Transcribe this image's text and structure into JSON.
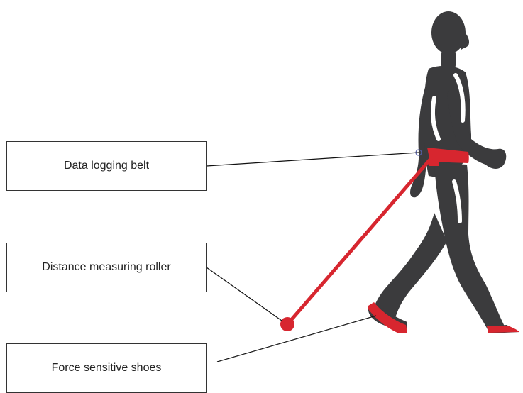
{
  "labels": {
    "belt": "Data logging belt",
    "roller": "Distance measuring roller",
    "shoes": "Force sensitive shoes"
  },
  "colors": {
    "figure": "#3b3b3d",
    "equipment": "#d7262f",
    "leader_line": "#111111",
    "box_border": "#333333"
  },
  "icons": {
    "figure": "walking-person-icon",
    "roller": "roller-wheel-icon"
  }
}
